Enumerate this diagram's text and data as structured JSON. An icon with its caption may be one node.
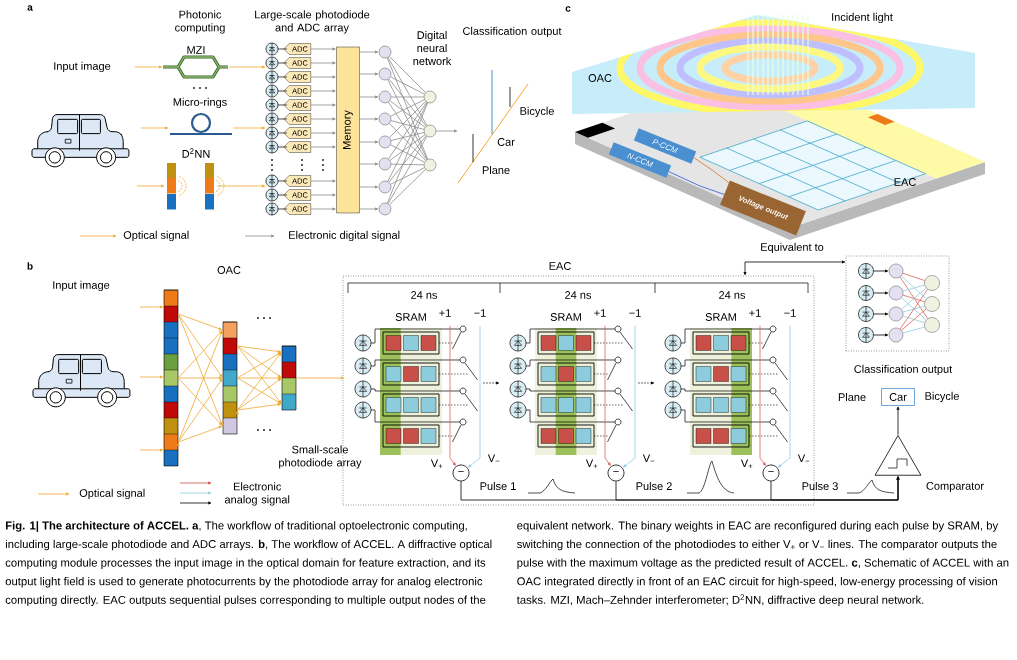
{
  "diagram": {
    "caption": "**Fig. 1| The architecture of ACCEL.** **a**, The workflow of traditional optoelectronic computing, including large-scale photodiode and ADC arrays. **b**, The workflow of ACCEL. A diffractive optical computing module processes the input image in the optical domain for feature extraction, and its output light field is used to generate photocurrents by the photodiode array for analog electronic computing directly. EAC outputs sequential pulses corresponding to multiple output nodes of the equivalent network. The binary weights in EAC are reconfigured during each pulse by SRAM, by switching the connection of the photodiodes to either V$_{+}$ or V$_{−}$ lines. The comparator outputs the pulse with the maximum voltage as the predicted result of ACCEL. **c**, Schematic of ACCEL with an OAC integrated directly in front of an EAC circuit for high-speed, low-energy processing of vision tasks. MZI, Mach–Zehnder interferometer; D$^{2}$NN, diffractive deep neural network.",
    "nodes": [
      {
        "text": [
          "MZI"
        ]
      },
      {
        "text": [
          "Micro-rings"
        ]
      },
      {
        "text": [
          "D$^{2}$NN"
        ]
      },
      {
        "text": [
          "ADC"
        ]
      },
      {
        "text": [
          "ADC"
        ]
      },
      {
        "text": [
          "ADC"
        ]
      },
      {
        "text": [
          "ADC"
        ]
      },
      {
        "text": [
          "ADC"
        ]
      },
      {
        "text": [
          "ADC"
        ]
      },
      {
        "text": [
          "ADC"
        ]
      },
      {
        "text": [
          "ADC"
        ]
      },
      {
        "text": [
          "ADC"
        ]
      },
      {
        "text": [
          "ADC"
        ]
      },
      {
        "text": [
          "ADC"
        ]
      },
      {
        "text": [
          "Memory"
        ]
      },
      {
        "text": [],
        "shape": "circle"
      },
      {
        "text": [],
        "shape": "circle"
      },
      {
        "text": [],
        "shape": "circle"
      },
      {
        "text": [],
        "shape": "circle"
      },
      {
        "text": [],
        "shape": "circle"
      },
      {
        "text": [],
        "shape": "circle"
      },
      {
        "text": [],
        "shape": "circle"
      },
      {
        "text": [],
        "shape": "circle"
      },
      {
        "text": [],
        "shape": "circle"
      },
      {
        "text": [],
        "shape": "circle"
      },
      {
        "text": [],
        "shape": "circle"
      },
      {
        "text": [],
        "shape": "bar"
      },
      {
        "text": [],
        "shape": "bar"
      },
      {
        "text": [],
        "shape": "bar"
      },
      {
        "text": [
          "EAC"
        ]
      },
      {
        "text": [
          "SRAM"
        ],
        "in": 29
      },
      {
        "text": [
          "SRAM"
        ],
        "in": 29
      },
      {
        "text": [
          "SRAM"
        ],
        "in": 29
      },
      {
        "text": [
          "−"
        ],
        "in": 29
      },
      {
        "text": [
          "−"
        ],
        "in": 29
      },
      {
        "text": [
          "−"
        ],
        "in": 29
      },
      {
        "text": [],
        "shape": "box"
      },
      {
        "text": [],
        "shape": "circle",
        "in": 36
      },
      {
        "text": [],
        "shape": "circle",
        "in": 36
      },
      {
        "text": [],
        "shape": "circle",
        "in": 36
      },
      {
        "text": [],
        "shape": "circle",
        "in": 36
      },
      {
        "text": [],
        "shape": "circle",
        "in": 36
      },
      {
        "text": [],
        "shape": "circle",
        "in": 36
      },
      {
        "text": [],
        "shape": "circle",
        "in": 36
      },
      {
        "text": [],
        "shape": "circle",
        "in": 36
      },
      {
        "text": [],
        "shape": "circle",
        "in": 36
      },
      {
        "text": [],
        "shape": "circle",
        "in": 36
      },
      {
        "text": [],
        "shape": "circle",
        "in": 36
      },
      {
        "text": [],
        "shape": "triangle",
        "beside": [
          "Comparator"
        ]
      },
      {
        "text": [
          "Car"
        ]
      },
      {
        "text": [
          "P-CCM"
        ]
      },
      {
        "text": [
          "N-CCM"
        ]
      },
      {
        "text": [
          "Voltage output"
        ]
      },
      {
        "text": [],
        "shape": "picture"
      },
      {
        "text": [],
        "shape": "picture"
      }
    ],
    "edges": [
      {
        "from": null,
        "to": 0,
        "arrow": "to",
        "color": "#f0a830"
      },
      {
        "from": null,
        "to": 1,
        "arrow": "to",
        "color": "#f0a830"
      },
      {
        "from": null,
        "to": 2,
        "arrow": "to",
        "color": "#f0a830"
      },
      {
        "from": 0,
        "to": 53,
        "arrow": "to",
        "color": "#f0a830"
      },
      {
        "from": 1,
        "to": 53,
        "arrow": "to",
        "color": "#f0a830"
      },
      {
        "from": 2,
        "to": 53,
        "arrow": "to",
        "color": "#f0a830"
      },
      {
        "from": 3,
        "to": 14,
        "arrow": "to"
      },
      {
        "from": 4,
        "to": 14,
        "arrow": "to"
      },
      {
        "from": 5,
        "to": 14,
        "arrow": "to"
      },
      {
        "from": 6,
        "to": 14,
        "arrow": "to"
      },
      {
        "from": 7,
        "to": 14,
        "arrow": "to"
      },
      {
        "from": 8,
        "to": 14,
        "arrow": "to"
      },
      {
        "from": 9,
        "to": 14,
        "arrow": "to"
      },
      {
        "from": 10,
        "to": 14,
        "arrow": "to"
      },
      {
        "from": 11,
        "to": 14,
        "arrow": "to"
      },
      {
        "from": 12,
        "to": 14,
        "arrow": "to"
      },
      {
        "from": 13,
        "to": 14,
        "arrow": "to"
      },
      {
        "from": 14,
        "to": 15,
        "arrow": "to"
      },
      {
        "from": 14,
        "to": 16,
        "arrow": "to"
      },
      {
        "from": 14,
        "to": 17,
        "arrow": "to"
      },
      {
        "from": 14,
        "to": 18,
        "arrow": "to"
      },
      {
        "from": 14,
        "to": 19,
        "arrow": "to"
      },
      {
        "from": 14,
        "to": 20,
        "arrow": "to"
      },
      {
        "from": 14,
        "to": 21,
        "arrow": "to"
      },
      {
        "from": 14,
        "to": 22,
        "arrow": "to"
      },
      {
        "from": 15,
        "to": 23,
        "arrow": "none"
      },
      {
        "from": 15,
        "to": 24,
        "arrow": "none"
      },
      {
        "from": 15,
        "to": 25,
        "arrow": "none"
      },
      {
        "from": 16,
        "to": 23,
        "arrow": "none"
      },
      {
        "from": 16,
        "to": 24,
        "arrow": "none"
      },
      {
        "from": 16,
        "to": 25,
        "arrow": "none"
      },
      {
        "from": 17,
        "to": 23,
        "arrow": "none"
      },
      {
        "from": 17,
        "to": 24,
        "arrow": "none"
      },
      {
        "from": 17,
        "to": 25,
        "arrow": "none"
      },
      {
        "from": 18,
        "to": 23,
        "arrow": "none"
      },
      {
        "from": 18,
        "to": 24,
        "arrow": "none"
      },
      {
        "from": 18,
        "to": 25,
        "arrow": "none"
      },
      {
        "from": 19,
        "to": 23,
        "arrow": "none"
      },
      {
        "from": 19,
        "to": 24,
        "arrow": "none"
      },
      {
        "from": 19,
        "to": 25,
        "arrow": "none"
      },
      {
        "from": 20,
        "to": 23,
        "arrow": "none"
      },
      {
        "from": 20,
        "to": 24,
        "arrow": "none"
      },
      {
        "from": 20,
        "to": 25,
        "arrow": "none"
      },
      {
        "from": 21,
        "to": 23,
        "arrow": "none"
      },
      {
        "from": 21,
        "to": 24,
        "arrow": "none"
      },
      {
        "from": 21,
        "to": 25,
        "arrow": "none"
      },
      {
        "from": 22,
        "to": 23,
        "arrow": "none"
      },
      {
        "from": 22,
        "to": 24,
        "arrow": "none"
      },
      {
        "from": 22,
        "to": 25,
        "arrow": "none"
      },
      {
        "from": 24,
        "to": 54,
        "arrow": "to"
      },
      {
        "from": null,
        "to": 26,
        "arrow": "to",
        "color": "#f0a830"
      },
      {
        "from": null,
        "to": 26,
        "arrow": "to",
        "color": "#f0a830"
      },
      {
        "from": null,
        "to": 26,
        "arrow": "to",
        "color": "#f0a830"
      },
      {
        "from": 26,
        "to": 27,
        "arrow": "to",
        "color": "#f0a830"
      },
      {
        "from": 27,
        "to": 28,
        "arrow": "to",
        "color": "#f0a830"
      },
      {
        "from": 28,
        "to": 30,
        "arrow": "to",
        "color": "#f0a830"
      },
      {
        "from": 30,
        "to": 31,
        "arrow": "to",
        "style": "dashed",
        "color": "#000000"
      },
      {
        "from": 31,
        "to": 32,
        "arrow": "to",
        "style": "dashed",
        "color": "#000000"
      },
      {
        "from": 30,
        "to": 33,
        "arrow": "to",
        "color": "#d9635c"
      },
      {
        "from": 30,
        "to": 33,
        "arrow": "to",
        "color": "#8ccfe0"
      },
      {
        "from": 31,
        "to": 34,
        "arrow": "to",
        "color": "#d9635c"
      },
      {
        "from": 31,
        "to": 34,
        "arrow": "to",
        "color": "#8ccfe0"
      },
      {
        "from": 32,
        "to": 35,
        "arrow": "to",
        "color": "#d9635c"
      },
      {
        "from": 32,
        "to": 35,
        "arrow": "to",
        "color": "#8ccfe0"
      },
      {
        "from": 33,
        "to": 48,
        "arrow": "to",
        "color": "#000000"
      },
      {
        "from": 34,
        "to": 48,
        "arrow": "to",
        "color": "#000000"
      },
      {
        "from": 35,
        "to": 48,
        "arrow": "to",
        "color": "#000000"
      },
      {
        "from": 48,
        "to": 49,
        "arrow": "to",
        "color": "#000000"
      },
      {
        "from": 29,
        "to": 36,
        "arrow": "both",
        "label": "Equivalent to",
        "color": "#000000"
      },
      {
        "from": 37,
        "to": 41,
        "arrow": "to",
        "color": "#000000"
      },
      {
        "from": 38,
        "to": 42,
        "arrow": "to",
        "color": "#000000"
      },
      {
        "from": 39,
        "to": 43,
        "arrow": "to",
        "color": "#000000"
      },
      {
        "from": 40,
        "to": 44,
        "arrow": "to",
        "color": "#000000"
      },
      {
        "from": 41,
        "to": 45,
        "arrow": "none",
        "color": "#d9635c"
      },
      {
        "from": 41,
        "to": 46,
        "arrow": "none",
        "color": "#8ccfe0"
      },
      {
        "from": 41,
        "to": 47,
        "arrow": "none",
        "color": "#d9635c"
      },
      {
        "from": 42,
        "to": 45,
        "arrow": "none",
        "color": "#8ccfe0"
      },
      {
        "from": 42,
        "to": 46,
        "arrow": "none",
        "color": "#d9635c"
      },
      {
        "from": 42,
        "to": 47,
        "arrow": "none",
        "color": "#8ccfe0"
      },
      {
        "from": 43,
        "to": 45,
        "arrow": "none",
        "color": "#8ccfe0"
      },
      {
        "from": 43,
        "to": 46,
        "arrow": "none",
        "color": "#8ccfe0"
      },
      {
        "from": 43,
        "to": 47,
        "arrow": "none",
        "color": "#8ccfe0"
      },
      {
        "from": 44,
        "to": 45,
        "arrow": "none",
        "color": "#d9635c"
      },
      {
        "from": 44,
        "to": 46,
        "arrow": "none",
        "color": "#d9635c"
      },
      {
        "from": 44,
        "to": 47,
        "arrow": "none",
        "color": "#8ccfe0"
      },
      {
        "from": 50,
        "to": 52,
        "arrow": "none",
        "color": "#e07020"
      },
      {
        "from": 51,
        "to": 52,
        "arrow": "none",
        "color": "#2a5ad8"
      }
    ],
    "labels": [
      "a",
      "Photonic computing",
      "Large-scale photodiode and ADC array",
      "Input image",
      "Digital neural network",
      "Classification output",
      "Bicycle",
      "Car",
      "Plane",
      "c",
      "Incident light",
      "OAC",
      "EAC",
      "b",
      "OAC",
      "Input image",
      "24 ns",
      "24 ns",
      "24 ns",
      "+1",
      "−1",
      "+1",
      "−1",
      "+1",
      "−1",
      "Small-scale photodiode array",
      "V$_{+}$",
      "V$_{−}$",
      "V$_{+}$",
      "V$_{−}$",
      "V$_{+}$",
      "V$_{−}$",
      "Pulse 1",
      "Pulse 2",
      "Pulse 3",
      "Classification output",
      "Plane",
      "Bicycle"
    ],
    "legend": [
      {
        "text": "Optical signal"
      },
      {
        "text": "Electronic digital signal"
      },
      {
        "text": "Optical signal"
      },
      {
        "text": "Electronic analog signal"
      }
    ]
  }
}
